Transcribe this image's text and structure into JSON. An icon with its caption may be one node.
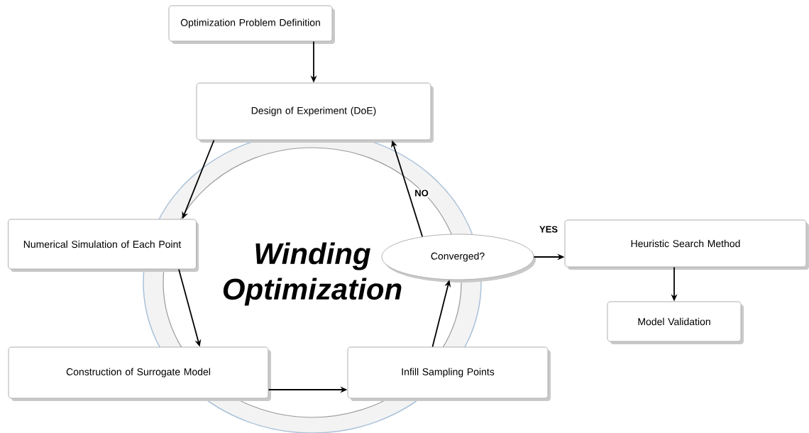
{
  "diagram": {
    "nodes": [
      {
        "text": [
          "Optimization Problem Definition"
        ]
      },
      {
        "text": [
          "Design of Experiment (DoE)"
        ]
      },
      {
        "text": [
          "Numerical Simulation of Each Point"
        ]
      },
      {
        "text": [
          "Converged?"
        ]
      },
      {
        "text": [
          "Heuristic Search Method"
        ]
      },
      {
        "text": [
          "Model Validation"
        ]
      },
      {
        "text": [
          "Construction of Surrogate Model"
        ]
      },
      {
        "text": [
          "Infill Sampling Points"
        ]
      }
    ],
    "edges": [
      {
        "from": 0,
        "to": 1,
        "arrow": "to"
      },
      {
        "from": 1,
        "to": 2,
        "arrow": "to"
      },
      {
        "from": 2,
        "to": 6,
        "arrow": "to"
      },
      {
        "from": 6,
        "to": 7,
        "arrow": "to"
      },
      {
        "from": 7,
        "to": 3,
        "arrow": "to"
      },
      {
        "from": 3,
        "to": 1,
        "arrow": "to",
        "label": "NO"
      },
      {
        "from": 3,
        "to": 4,
        "arrow": "to",
        "label": "YES"
      },
      {
        "from": 4,
        "to": 5,
        "arrow": "to"
      }
    ],
    "labels": [
      "Winding Optimization"
    ]
  }
}
